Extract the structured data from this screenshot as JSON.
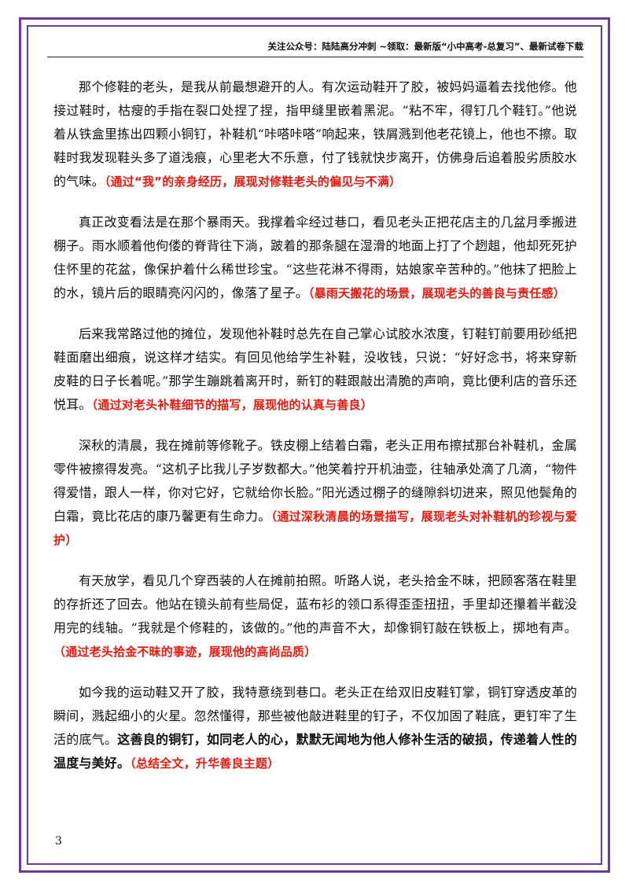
{
  "header": {
    "text": "关注公众号：陆陆高分冲刺 ~领取：最新版“小中高考-总复习”、最新试卷下载"
  },
  "paragraphs": [
    {
      "text": "那个修鞋的老头，是我从前最想避开的人。有次运动鞋开了胶，被妈妈逼着去找他修。他接过鞋时，枯瘦的手指在裂口处捏了捏，指甲缝里嵌着黑泥。“粘不牢，得钉几个鞋钉。”他说着从铁盒里拣出四颗小铜钉，补鞋机“咔嗒咔嗒”响起来，铁屑溅到他老花镜上，他也不擦。取鞋时我发现鞋头多了道浅痕，心里老大不乐意，付了钱就快步离开，仿佛身后追着股劣质胶水的气味。",
      "bold": "",
      "note": "（通过“我”的亲身经历，展现对修鞋老头的偏见与不满）"
    },
    {
      "text": "真正改变看法是在那个暴雨天。我撑着伞经过巷口，看见老头正把花店主的几盆月季搬进棚子。雨水顺着他佝偻的脊背往下淌，跛着的那条腿在湿滑的地面上打了个趔趄，他却死死护住怀里的花盆，像保护着什么稀世珍宝。“这些花淋不得雨，姑娘家辛苦种的。”他抹了把脸上的水，镜片后的眼睛亮闪闪的，像落了星子。",
      "bold": "",
      "note": "（暴雨天搬花的场景，展现老头的善良与责任感）"
    },
    {
      "text": "后来我常路过他的摊位，发现他补鞋时总先在自己掌心试胶水浓度，钉鞋钉前要用砂纸把鞋面磨出细痕，说这样才结实。有回见他给学生补鞋，没收钱，只说：“好好念书，将来穿新皮鞋的日子长着呢。”那学生蹦跳着离开时，新钉的鞋跟敲出清脆的声响，竟比便利店的音乐还悦耳。",
      "bold": "",
      "note": "（通过对老头补鞋细节的描写，展现他的认真与善良）"
    },
    {
      "text": "深秋的清晨，我在摊前等修靴子。铁皮棚上结着白霜，老头正用布擦拭那台补鞋机，金属零件被擦得发亮。“这机子比我儿子岁数都大。”他笑着拧开机油壶，往轴承处滴了几滴，“物件得爱惜，跟人一样，你对它好，它就给你长脸。”阳光透过棚子的缝隙斜切进来，照见他鬓角的白霜，竟比花店的康乃馨更有生命力。",
      "bold": "",
      "note": "（通过深秋清晨的场景描写，展现老头对补鞋机的珍视与爱护）"
    },
    {
      "text": "有天放学，看见几个穿西装的人在摊前拍照。听路人说，老头拾金不昧，把顾客落在鞋里的存折还了回去。他站在镜头前有些局促，蓝布衫的领口系得歪歪扭扭，手里却还攥着半截没用完的线轴。“我就是个修鞋的，该做的。”他的声音不大，却像铜钉敲在铁板上，掷地有声。",
      "bold": "",
      "note": "（通过老头拾金不昧的事迹，展现他的高尚品质）"
    },
    {
      "text": "如今我的运动鞋又开了胶，我特意绕到巷口。老头正在给双旧皮鞋钉掌，铜钉穿透皮革的瞬间，溅起细小的火星。忽然懂得，那些被他敲进鞋里的钉子，不仅加固了鞋底，更钉牢了生活的底气。",
      "bold": "这善良的铜钉，如同老人的心，默默无闻地为他人修补生活的破损，传递着人性的温度与美好。",
      "note": "（总结全文，升华善良主题）"
    }
  ],
  "page_number": "3",
  "colors": {
    "border": "#6a3aa0",
    "note": "#e8190f"
  }
}
